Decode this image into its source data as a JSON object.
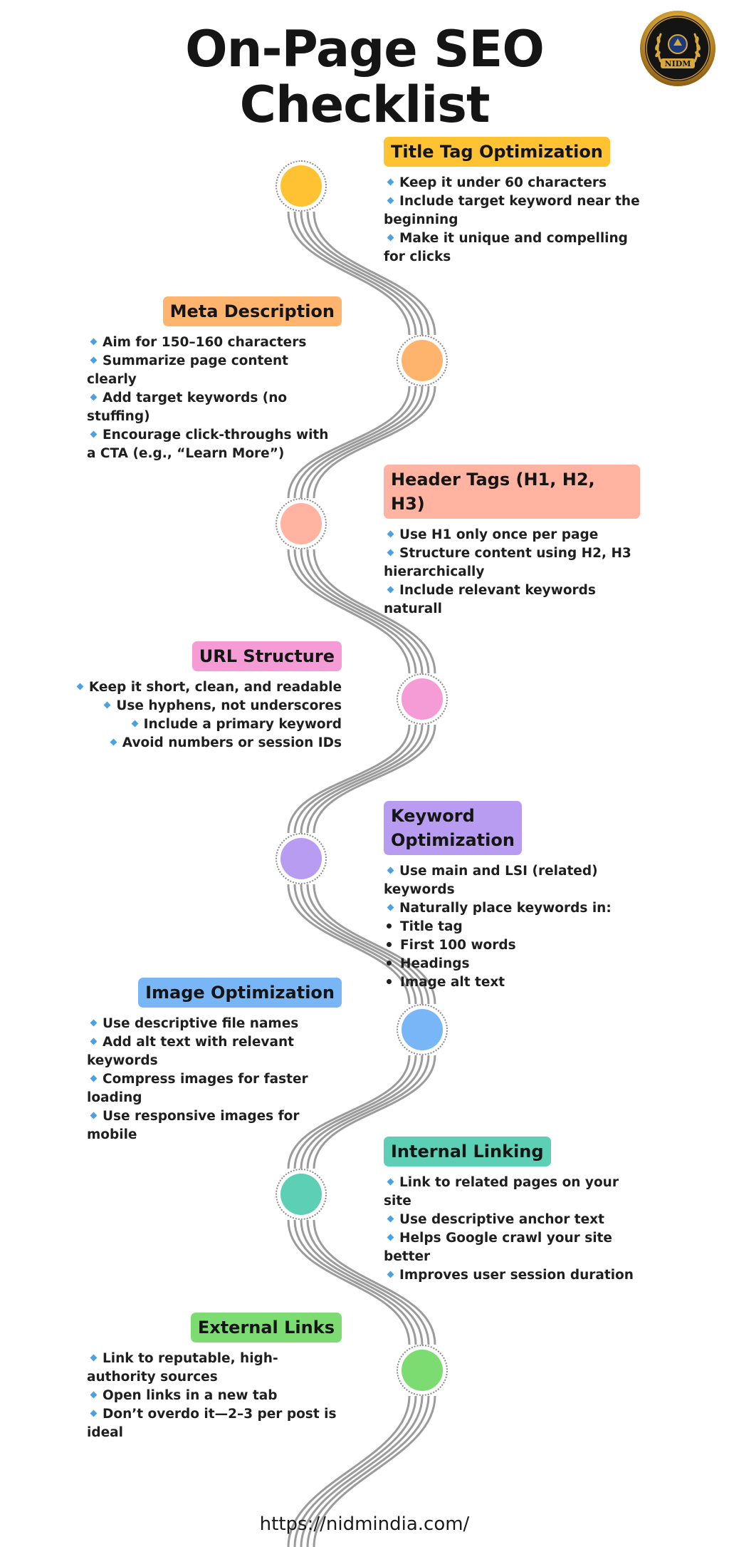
{
  "title_line1": "On-Page SEO",
  "title_line2": "Checklist",
  "logo": {
    "text": "NIDM",
    "icon": "gold-laurel-emblem-icon"
  },
  "footer_url": "https://nidmindia.com/",
  "colors": {
    "road": "#9b9b9b",
    "bullet_diamond": "#4aa3e0"
  },
  "sections": [
    {
      "label": "Title Tag Optimization",
      "color": "#ffc233",
      "items": [
        "Keep it under 60 characters",
        "Include target keyword near the beginning",
        "Make it unique and compelling for clicks"
      ]
    },
    {
      "label": "Meta Description",
      "color": "#ffb46e",
      "items": [
        "Aim for 150–160 characters",
        "Summarize page content clearly",
        "Add target keywords (no stuffing)",
        "Encourage click-throughs with a CTA (e.g., “Learn More”)"
      ]
    },
    {
      "label": "Header Tags (H1, H2, H3)",
      "color": "#ffb3a0",
      "items": [
        "Use H1 only once per page",
        "Structure content using H2, H3 hierarchically",
        "Include relevant keywords naturall"
      ]
    },
    {
      "label": "URL Structure",
      "color": "#f59cd6",
      "items": [
        "Keep it short, clean, and readable",
        "Use hyphens, not underscores",
        "Include a primary keyword",
        "Avoid numbers or session IDs"
      ]
    },
    {
      "label_line1": "Keyword",
      "label_line2": "Optimization",
      "color": "#b79cf2",
      "items": [
        "Use main and LSI (related) keywords",
        "Naturally place keywords in:"
      ],
      "sub_items": [
        "Title tag",
        "First 100 words",
        "Headings",
        "Image alt text"
      ]
    },
    {
      "label": "Image Optimization",
      "color": "#78b6f7",
      "items": [
        "Use descriptive file names",
        "Add alt text with relevant keywords",
        "Compress images for faster loading",
        "Use responsive images for mobile"
      ]
    },
    {
      "label": "Internal Linking",
      "color": "#5ccfb5",
      "items": [
        "Link to related pages on your site",
        "Use descriptive anchor text",
        "Helps Google crawl your site better",
        "Improves user session duration"
      ]
    },
    {
      "label": "External Links",
      "color": "#7cdc72",
      "items": [
        "Link to reputable, high-authority sources",
        "Open links in a new tab",
        "Don’t overdo it—2–3 per post is ideal"
      ]
    }
  ]
}
